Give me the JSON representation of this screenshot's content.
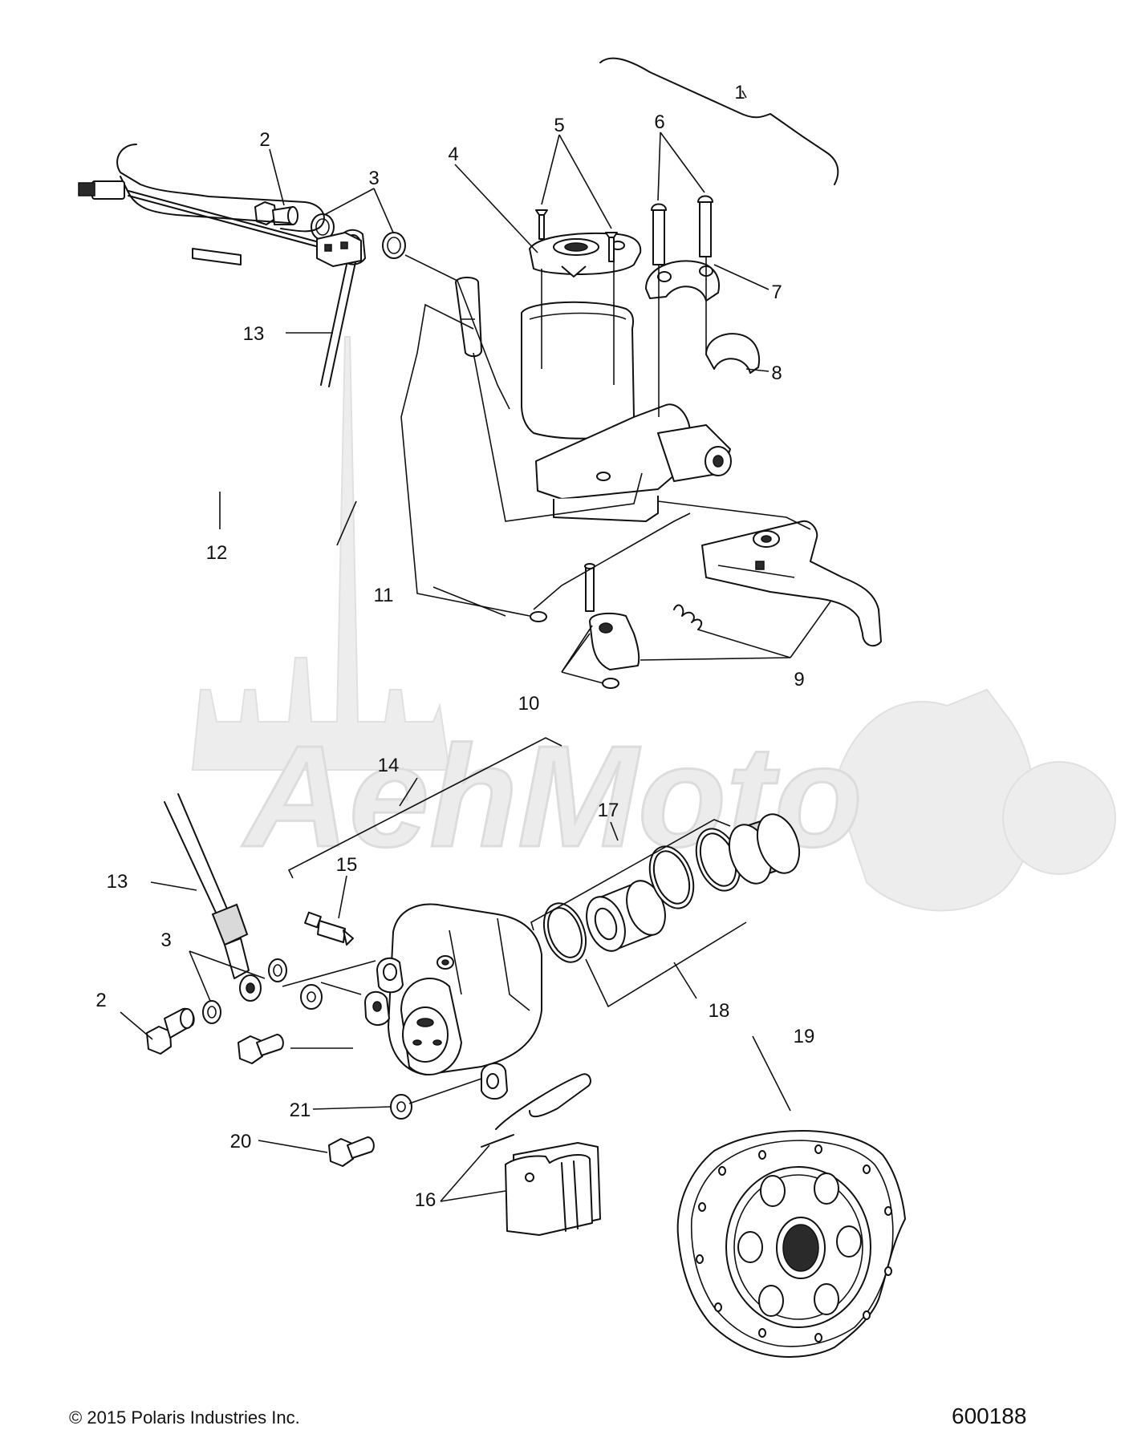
{
  "callouts": [
    {
      "id": "c1",
      "label": "1"
    },
    {
      "id": "c2a",
      "label": "2"
    },
    {
      "id": "c3a",
      "label": "3"
    },
    {
      "id": "c4",
      "label": "4"
    },
    {
      "id": "c5",
      "label": "5"
    },
    {
      "id": "c6",
      "label": "6"
    },
    {
      "id": "c7",
      "label": "7"
    },
    {
      "id": "c8",
      "label": "8"
    },
    {
      "id": "c9",
      "label": "9"
    },
    {
      "id": "c10",
      "label": "10"
    },
    {
      "id": "c11",
      "label": "11"
    },
    {
      "id": "c12",
      "label": "12"
    },
    {
      "id": "c13a",
      "label": "13"
    },
    {
      "id": "c14",
      "label": "14"
    },
    {
      "id": "c13b",
      "label": "13"
    },
    {
      "id": "c15",
      "label": "15"
    },
    {
      "id": "c17",
      "label": "17"
    },
    {
      "id": "c3b",
      "label": "3"
    },
    {
      "id": "c2b",
      "label": "2"
    },
    {
      "id": "c18",
      "label": "18"
    },
    {
      "id": "c19",
      "label": "19"
    },
    {
      "id": "c21",
      "label": "21"
    },
    {
      "id": "c20",
      "label": "20"
    },
    {
      "id": "c16",
      "label": "16"
    }
  ],
  "footer": {
    "copyright_symbol": "©",
    "copyright": "2015 Polaris Industries Inc.",
    "diagram_number": "600188"
  },
  "watermark": {
    "text": "AehMoto"
  }
}
